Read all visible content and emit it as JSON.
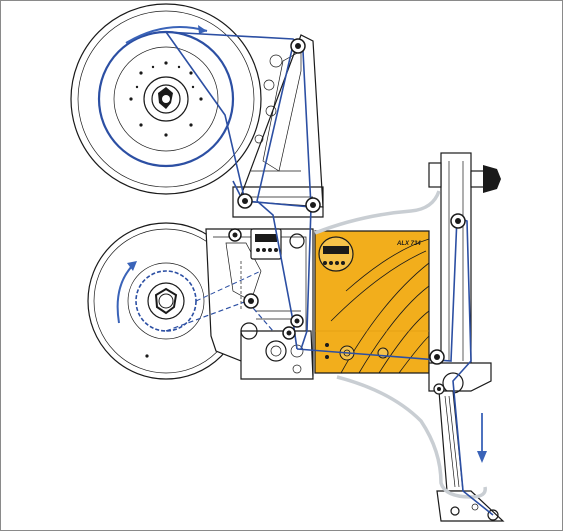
{
  "diagram": {
    "brand_label": "ALX 734",
    "colors": {
      "web_path": "#2c4fa3",
      "arrow": "#3a63b8",
      "applicator_body": "#f2ae1c",
      "applicator_shadow": "#d8940d",
      "air_hose": "#c9ced3",
      "linework": "#1a1a1a",
      "frame_border": "#8a8a8a"
    },
    "components": [
      "unwind-reel",
      "rewind-reel",
      "control-panel",
      "applicator-body",
      "vertical-mast",
      "peel-plate",
      "air-hose",
      "guide-rollers"
    ],
    "flow_arrows": [
      "unwind-reel-clockwise",
      "rewind-reel-clockwise",
      "dispense-downward"
    ]
  }
}
